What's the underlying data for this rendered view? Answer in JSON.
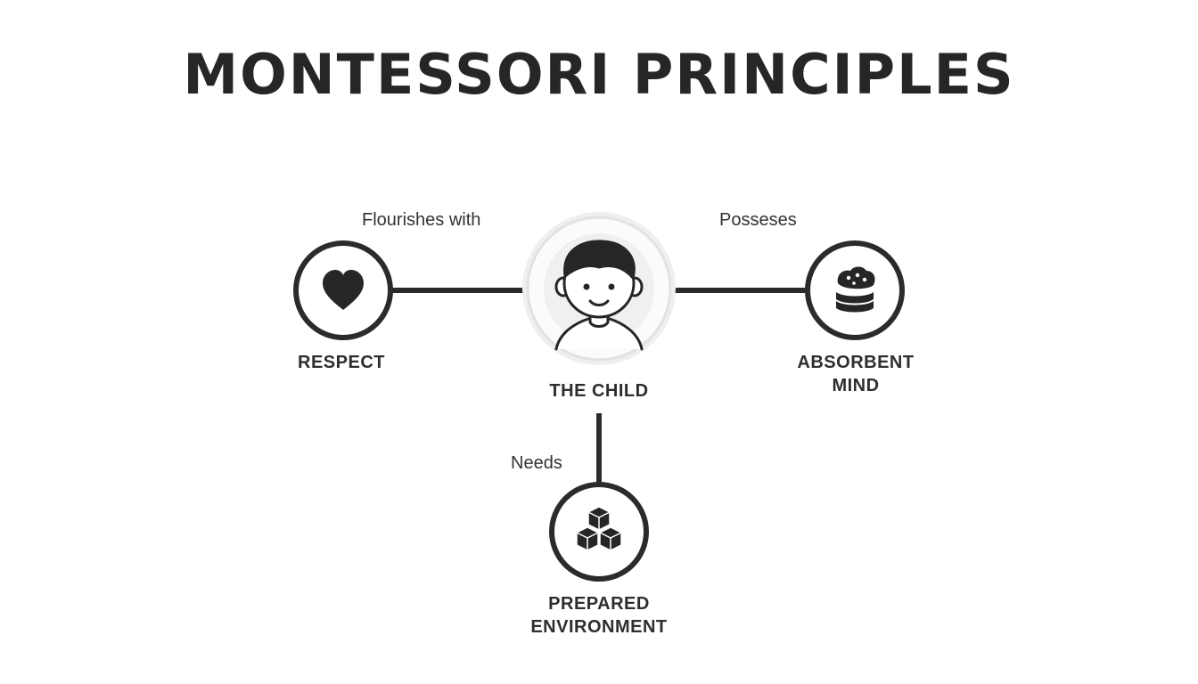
{
  "title": "MONTESSORI PRINCIPLES",
  "nodes": {
    "center": {
      "label": "THE CHILD",
      "icon": "child-face-icon"
    },
    "left": {
      "label": "RESPECT",
      "icon": "heart-icon"
    },
    "right": {
      "label_line1": "ABSORBENT",
      "label_line2": "MIND",
      "icon": "brain-sponge-icon"
    },
    "bottom": {
      "label_line1": "PREPARED",
      "label_line2": "ENVIRONMENT",
      "icon": "blocks-icon"
    }
  },
  "edges": {
    "left": "Flourishes with",
    "right": "Posseses",
    "bottom": "Needs"
  },
  "colors": {
    "stroke": "#2b2b2b",
    "text": "#2a2a2a",
    "center_fill": "#f4f4f4",
    "center_ring": "#e6e6e6"
  }
}
